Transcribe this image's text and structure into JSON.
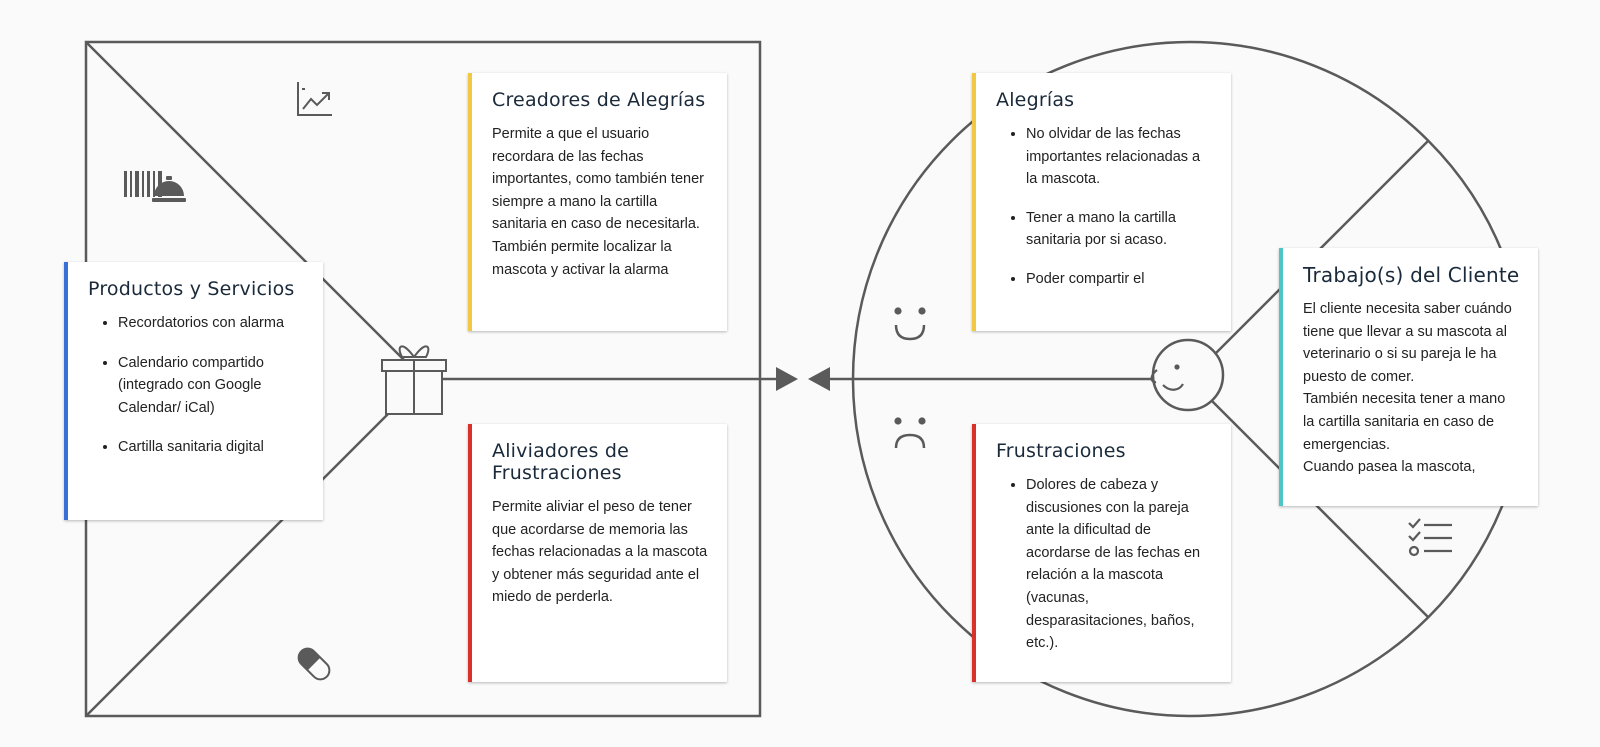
{
  "accent_colors": {
    "blue": "#3a6fd8",
    "yellow": "#f2c744",
    "red": "#d8322a",
    "teal": "#4cc6c6",
    "stroke": "#5a5a5a"
  },
  "products": {
    "title": "Productos y Servicios",
    "items": [
      "Recordatorios con alarma",
      "Calendario compartido (integrado con Google Calendar/ iCal)",
      "Cartilla sanitaria digital"
    ]
  },
  "gain_creators": {
    "title": "Creadores de Alegrías",
    "text": "Permite a que el usuario recordara de las fechas importantes, como también tener siempre a mano la cartilla sanitaria en caso de necesitarla. También permite localizar la mascota y activar la alarma"
  },
  "pain_relievers": {
    "title": "Aliviadores de Frustraciones",
    "text": "Permite aliviar el peso de tener que acordarse de memoria las fechas relacionadas a la mascota y obtener más seguridad ante el miedo de perderla."
  },
  "gains": {
    "title": "Alegrías",
    "items": [
      "No olvidar de las fechas importantes relacionadas a la mascota.",
      "Tener a mano la cartilla sanitaria por si acaso.",
      "Poder compartir el"
    ]
  },
  "pains": {
    "title": "Frustraciones",
    "items": [
      "Dolores de cabeza y discusiones con la pareja ante la dificultad de acordarse de las fechas en relación a la mascota (vacunas, desparasitaciones, baños, etc.)."
    ]
  },
  "customer_jobs": {
    "title": "Trabajo(s) del Cliente",
    "text": "El cliente necesita saber cuándo tiene que llevar a su mascota al veterinario o si su pareja le ha puesto de comer.\nTambién necesita tener a mano la cartilla sanitaria en caso de emergencias.\nCuando pasea la mascota,"
  }
}
